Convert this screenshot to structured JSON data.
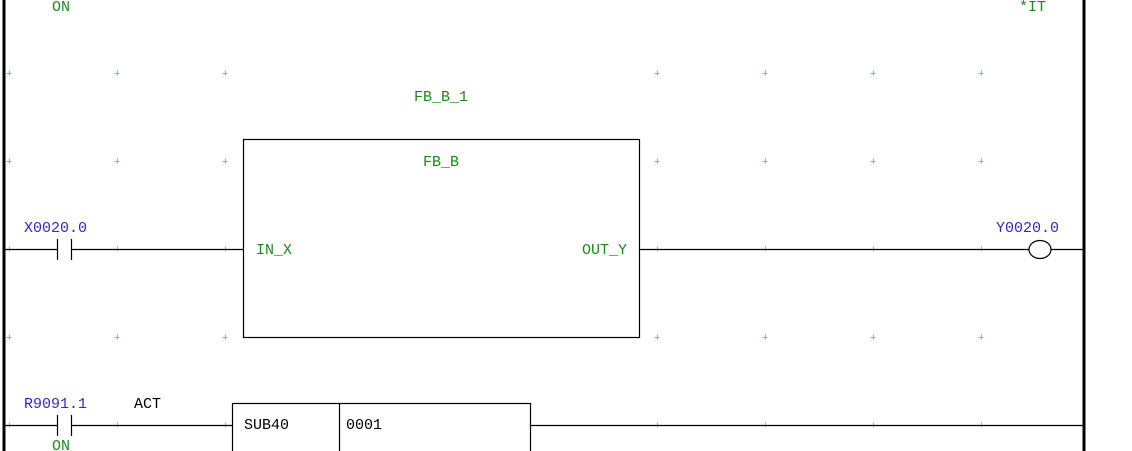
{
  "colors": {
    "comment_green": "#1a8a1a",
    "address_blue": "#2a2ad0",
    "wire_black": "#000000",
    "grid_cross": "#8fa8c0"
  },
  "rung_top": {
    "left_comment": "ON",
    "right_comment": "*IT"
  },
  "rung_fb": {
    "instance_name": "FB_B_1",
    "block_type": "FB_B",
    "input_pin": "IN_X",
    "output_pin": "OUT_Y",
    "input_contact": {
      "address": "X0020.0",
      "type": "normally-open-contact"
    },
    "output_coil": {
      "address": "Y0020.0",
      "type": "coil"
    }
  },
  "rung_sub": {
    "contact": {
      "address": "R9091.1",
      "type": "normally-open-contact",
      "comment": "ON"
    },
    "act_label": "ACT",
    "function": {
      "name": "SUB40",
      "parameter": "0001"
    }
  }
}
